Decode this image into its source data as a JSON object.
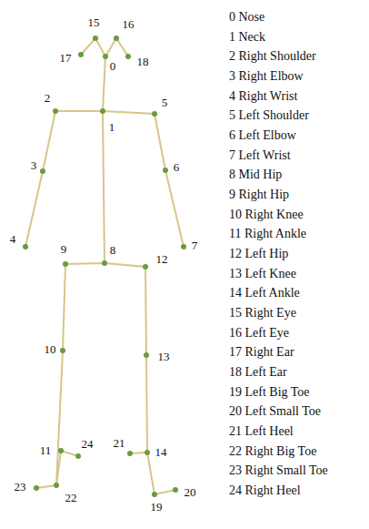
{
  "diagram": {
    "labels": [
      "15",
      "16",
      "17",
      "0",
      "18",
      "2",
      "5",
      "1",
      "3",
      "6",
      "4",
      "7",
      "9",
      "8",
      "12",
      "10",
      "13",
      "11",
      "24",
      "21",
      "14",
      "23",
      "22",
      "19",
      "20",
      "0 Nose",
      "1 Neck",
      "2 Right Shoulder",
      "3 Right Elbow",
      "4 Right Wrist",
      "5 Left Shoulder",
      "6 Left Elbow",
      "7 Left Wrist",
      "8 Mid Hip",
      "9 Right Hip",
      "10 Right Knee",
      "11 Right Ankle",
      "12 Left Hip",
      "13 Left Knee",
      "14 Left Ankle",
      "15 Right Eye",
      "16 Left Eye",
      "17 Right Ear",
      "18 Left Ear",
      "19 Left Big Toe",
      "20 Left Small Toe",
      "21 Left Heel",
      "22 Right Big Toe",
      "23 Right Small Toe",
      "24 Right Heel"
    ]
  }
}
